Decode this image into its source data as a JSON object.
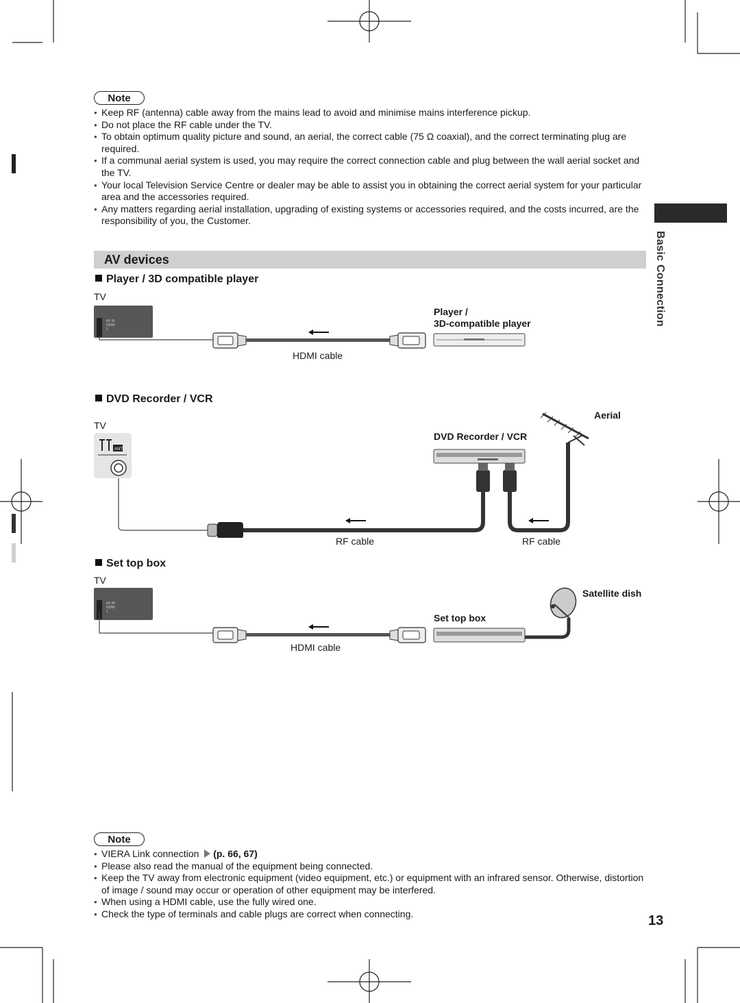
{
  "note_top": {
    "label": "Note",
    "items": [
      "Keep RF (antenna) cable away from the mains lead to avoid and minimise mains interference pickup.",
      "Do not place the RF cable under the TV.",
      "To obtain optimum quality picture and sound, an aerial, the correct cable (75 Ω coaxial), and the correct terminating plug are required.",
      "If a communal aerial system is used, you may require the correct connection cable and plug between the wall aerial socket and the TV.",
      "Your local Television Service Centre or dealer may be able to assist you in obtaining the correct aerial system for your particular area and the accessories required.",
      "Any matters regarding aerial installation, upgrading of existing systems or accessories required, and the costs incurred, are the responsibility of you, the Customer."
    ]
  },
  "section_title": "AV devices",
  "side_label": "Basic Connection",
  "player": {
    "heading": "Player / 3D compatible player",
    "tv_label": "TV",
    "panel_label": "AV IN\nHDMI\n1",
    "device_label_line1": "Player /",
    "device_label_line2": "3D-compatible player",
    "cable_label": "HDMI cable"
  },
  "dvd": {
    "heading": "DVD Recorder / VCR",
    "tv_label": "TV",
    "ant_label": "ANT",
    "device_label": "DVD Recorder / VCR",
    "aerial_label": "Aerial",
    "cable_label_1": "RF cable",
    "cable_label_2": "RF cable"
  },
  "stb": {
    "heading": "Set top box",
    "tv_label": "TV",
    "panel_label": "AV IN\nHDMI\n1",
    "dish_label": "Satellite dish",
    "device_label": "Set top box",
    "cable_label": "HDMI cable"
  },
  "note_bottom": {
    "label": "Note",
    "link_text": "VIERA Link connection",
    "link_ref": "(p. 66, 67)",
    "items": [
      "Please also read the manual of the equipment being connected.",
      "Keep the TV away from electronic equipment (video equipment, etc.) or equipment with an infrared sensor. Otherwise, distortion of image / sound may occur or operation of other equipment may be interfered.",
      "When using a HDMI cable, use the fully wired one.",
      "Check the type of terminals and cable plugs are correct when connecting."
    ]
  },
  "page_number": "13"
}
